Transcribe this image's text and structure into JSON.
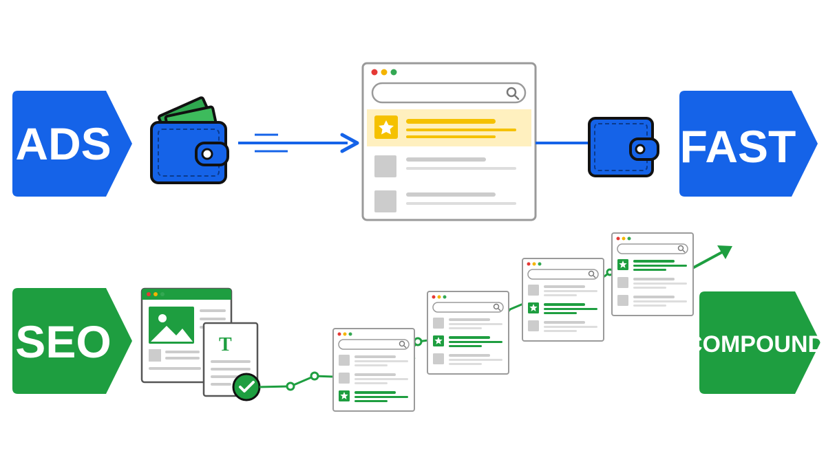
{
  "rows": {
    "ads": {
      "label": "ADS",
      "result_label": "FAST"
    },
    "seo": {
      "label": "SEO",
      "result_label": "COMPOUND"
    }
  },
  "content_doc": {
    "glyph": "T"
  },
  "colors": {
    "ads_blue": "#1563e8",
    "seo_green": "#1e9e40",
    "highlight_yellow": "#fff0bf",
    "star_yellow": "#f5c100",
    "placeholder_gray": "#cccccc",
    "border_gray": "#9a9a9a",
    "dot_red": "#e53935",
    "dot_yellow": "#f4b400",
    "dot_green": "#34a853"
  },
  "icons": [
    "wallet-icon",
    "cash-icon",
    "search-icon",
    "star-icon",
    "image-icon",
    "text-doc-icon",
    "check-icon",
    "arrow-icon",
    "trend-arrow-icon"
  ],
  "seo_progression": {
    "steps": 4,
    "star_result_rank": [
      3,
      2,
      2,
      1
    ],
    "description_note": "featured result moves up the page as rankings grow"
  }
}
